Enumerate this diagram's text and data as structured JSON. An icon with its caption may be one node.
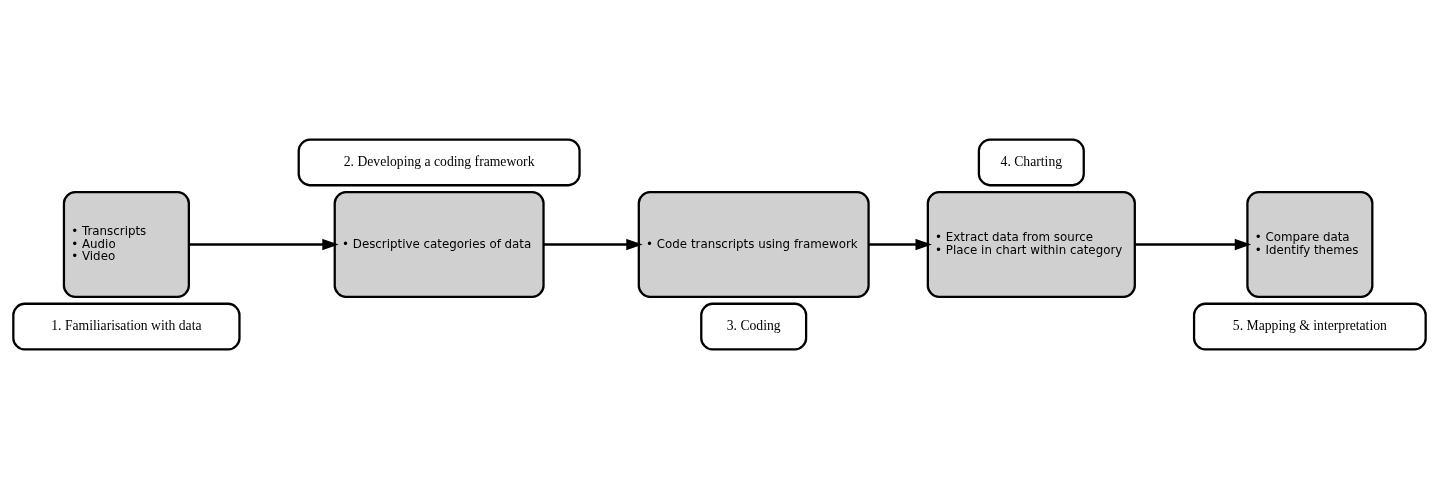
{
  "diagram": {
    "nodes": [
      {
        "text": [
          "• Transcripts",
          "• Audio",
          "• Video"
        ]
      },
      {
        "text": [
          "1. Familiarisation with data"
        ]
      },
      {
        "text": [
          "• Descriptive categories of data"
        ]
      },
      {
        "text": [
          "2. Developing a coding framework"
        ]
      },
      {
        "text": [
          "• Code transcripts using framework"
        ]
      },
      {
        "text": [
          "3. Coding"
        ]
      },
      {
        "text": [
          "• Extract data from source",
          "• Place in chart within category"
        ]
      },
      {
        "text": [
          "4. Charting"
        ]
      },
      {
        "text": [
          "• Compare data",
          "• Identify themes"
        ]
      },
      {
        "text": [
          "5. Mapping & interpretation"
        ]
      }
    ],
    "edges": [
      {
        "from": 0,
        "to": 2,
        "arrow": "to"
      },
      {
        "from": 2,
        "to": 4,
        "arrow": "to"
      },
      {
        "from": 4,
        "to": 6,
        "arrow": "to"
      },
      {
        "from": 6,
        "to": 8,
        "arrow": "to"
      }
    ]
  }
}
